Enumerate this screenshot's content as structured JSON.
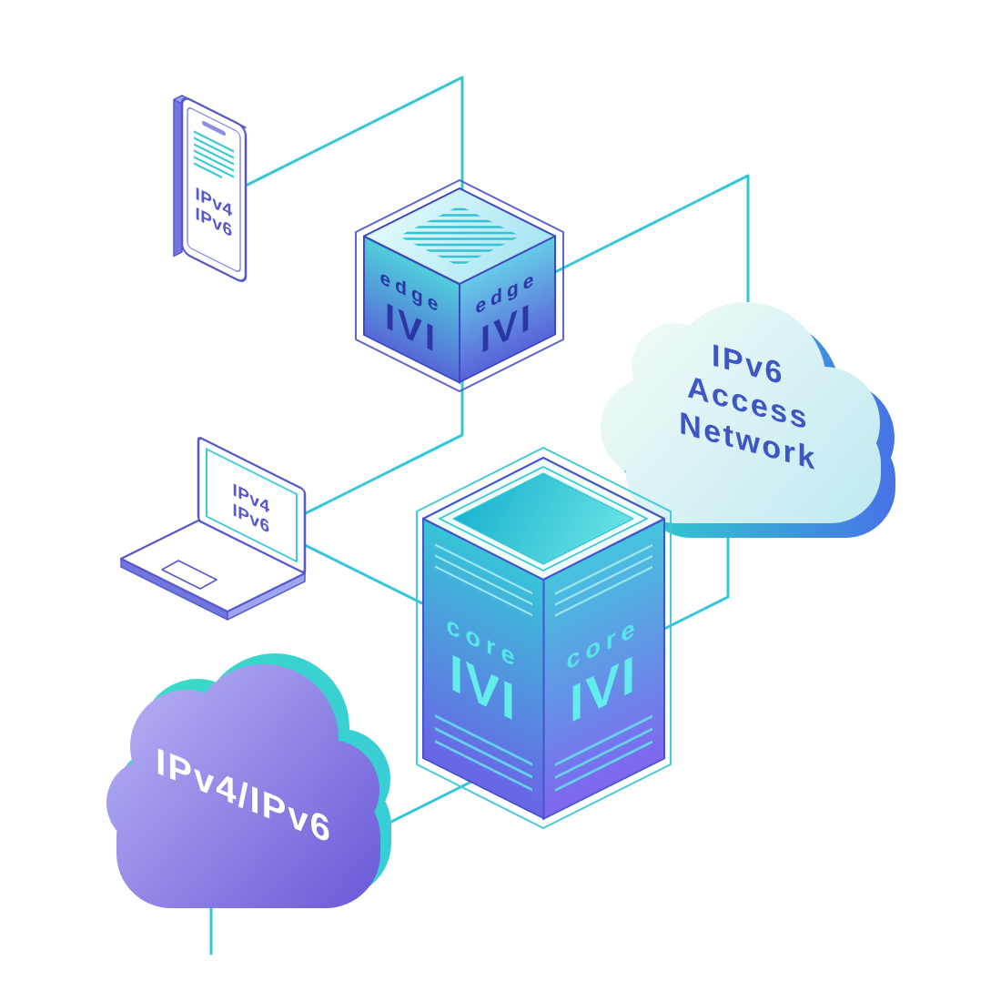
{
  "diagram": {
    "phone": {
      "line1": "IPv4",
      "line2": "IPv6"
    },
    "laptop": {
      "line1": "IPv4",
      "line2": "IPv6"
    },
    "edge_router": {
      "left_face": {
        "name": "edge",
        "tech": "IVI"
      },
      "right_face": {
        "name": "edge",
        "tech": "IVI"
      }
    },
    "core_router": {
      "left_face": {
        "name": "core",
        "tech": "IVI"
      },
      "right_face": {
        "name": "core",
        "tech": "IVI"
      }
    },
    "ipv6_cloud": {
      "line1": "IPv6",
      "line2": "Access",
      "line3": "Network"
    },
    "ipv4_ipv6_cloud": {
      "label": "IPv4/IPv6"
    },
    "colors": {
      "connection_line": "#32c6d8",
      "device_purple": "#5558ce",
      "navy_label": "#2a37a4",
      "cyan_label": "#57e7e8",
      "cloud_text_blue": "#3e55c4",
      "teal_shadow": "#3bd6c4",
      "cloud_purple": "#6a5cd8",
      "white_label": "#ffffff"
    }
  }
}
